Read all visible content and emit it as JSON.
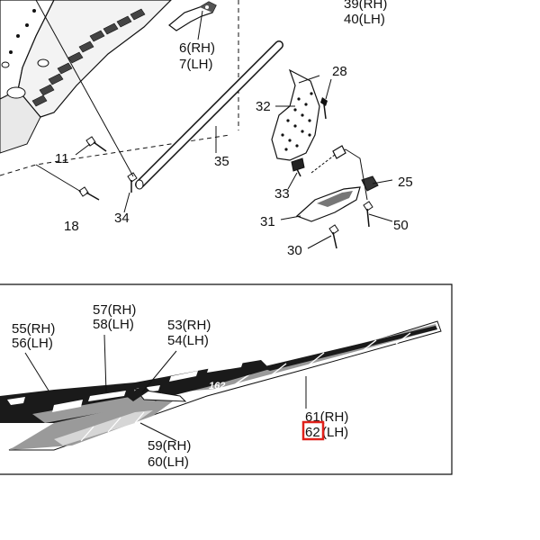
{
  "callouts": {
    "c39_40": [
      "39(RH)",
      "40(LH)"
    ],
    "c6_7": [
      "6(RH)",
      "7(LH)"
    ],
    "c28": "28",
    "c32": "32",
    "c11": "11",
    "c35": "35",
    "c33": "33",
    "c25": "25",
    "c18": "18",
    "c34": "34",
    "c31": "31",
    "c50": "50",
    "c30": "30",
    "c57_58": [
      "57(RH)",
      "58(LH)"
    ],
    "c55_56": [
      "55(RH)",
      "56(LH)"
    ],
    "c53_54": [
      "53(RH)",
      "54(LH)"
    ],
    "c61": "61(RH)",
    "c62_num": "62",
    "c62_suffix": "(LH)",
    "c59_60": [
      "59(RH)",
      "60(LH)"
    ]
  },
  "decal_text": "162",
  "highlight_color": "#e0211b"
}
